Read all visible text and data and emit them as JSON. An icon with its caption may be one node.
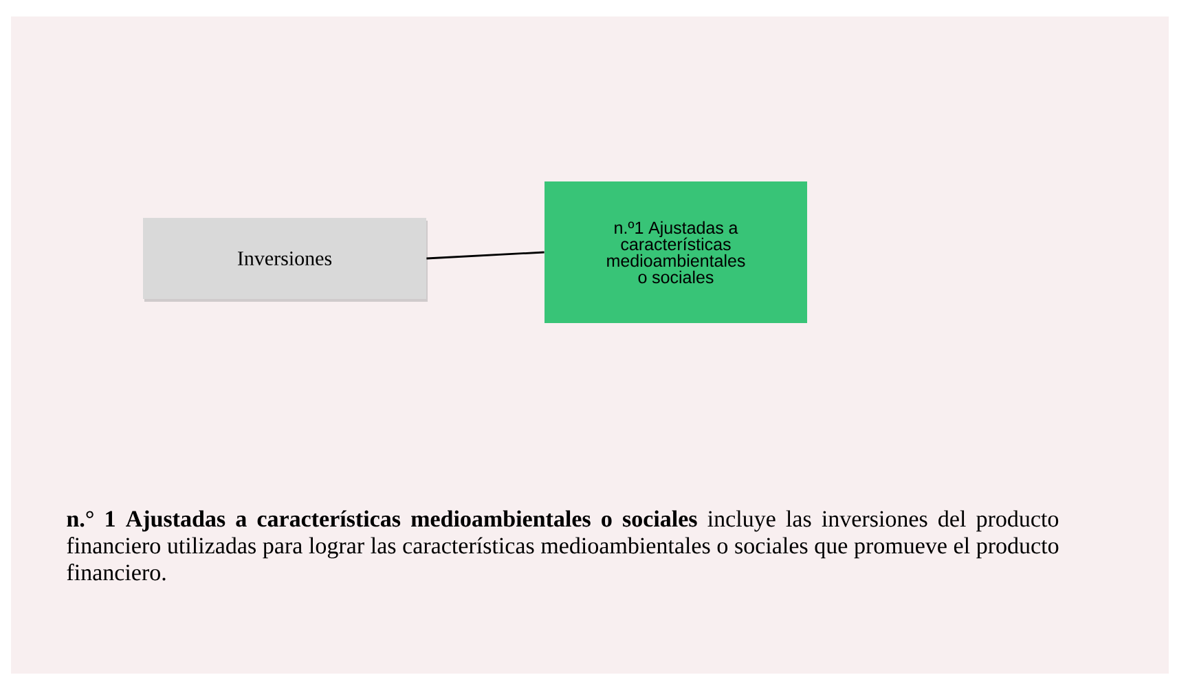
{
  "diagram": {
    "nodes": [
      {
        "text": [
          "Inversiones"
        ]
      },
      {
        "text": [
          "n.º1 Ajustadas a características medioambientales o sociales"
        ]
      }
    ],
    "edges": [
      {
        "from": 0,
        "to": 1,
        "arrow": "none"
      }
    ],
    "labels": [
      "**n.° 1 Ajustadas a características medioambientales o sociales** incluye las inversiones del producto financiero utilizadas para lograr las características medioambientales o sociales que promueve el producto financiero."
    ]
  }
}
